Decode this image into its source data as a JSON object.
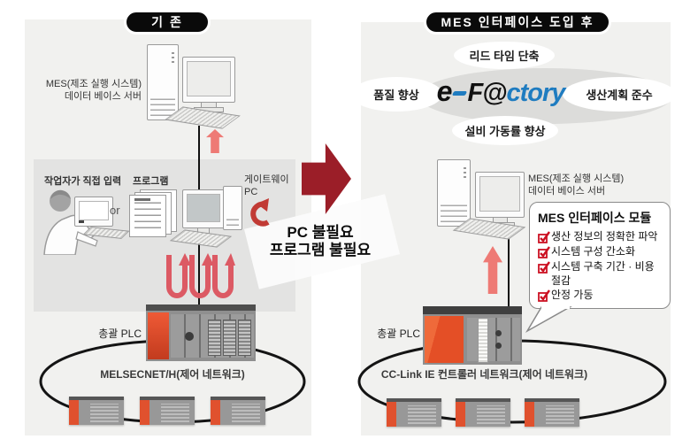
{
  "left_panel": {
    "title": "기 존",
    "server_label": {
      "line1": "MES(제조 실행 시스템)",
      "line2": "데이터 베이스 서버"
    },
    "worker_label": "작업자가 직접 입력",
    "or_label": "or",
    "program_label": "프로그램",
    "gateway_label": {
      "line1": "게이트웨이",
      "line2": "PC"
    },
    "plc_label": "총괄 PLC",
    "network_label": "MELSECNET/H(제어 네트워크)"
  },
  "center": {
    "note_line1": "PC 불필요",
    "note_line2": "프로그램 불필요"
  },
  "right_panel": {
    "title": "MES 인터페이스 도입 후",
    "benefits": {
      "top": "리드 타임 단축",
      "left": "품질 향상",
      "right": "생산계획 준수",
      "bottom": "설비 가동률 향상"
    },
    "logo": {
      "e": "e",
      "f": "F@",
      "rest": "ctory"
    },
    "server_label": {
      "line1": "MES(제조 실행 시스템)",
      "line2": "데이터 베이스 서버"
    },
    "module_box": {
      "title": "MES 인터페이스 모듈",
      "items": [
        "생산 정보의 정확한 파악",
        "시스템 구성 간소화",
        "시스템 구축 기간 · 비용 절감",
        "안정 가동"
      ]
    },
    "plc_label": "총괄 PLC",
    "network_label": "CC-Link IE 컨트롤러 네트워크(제어 네트워크)"
  },
  "colors": {
    "panel_bg": "#f1f1ef",
    "inner_gray": "#e3e3e2",
    "big_arrow_red": "#9b1e28",
    "pink_arrow": "#ee7a75",
    "u_arrow": "#dc5a64",
    "logo_blue": "#1f7cc0",
    "check_red": "#cc1122",
    "plc_red": "#e8502f"
  }
}
